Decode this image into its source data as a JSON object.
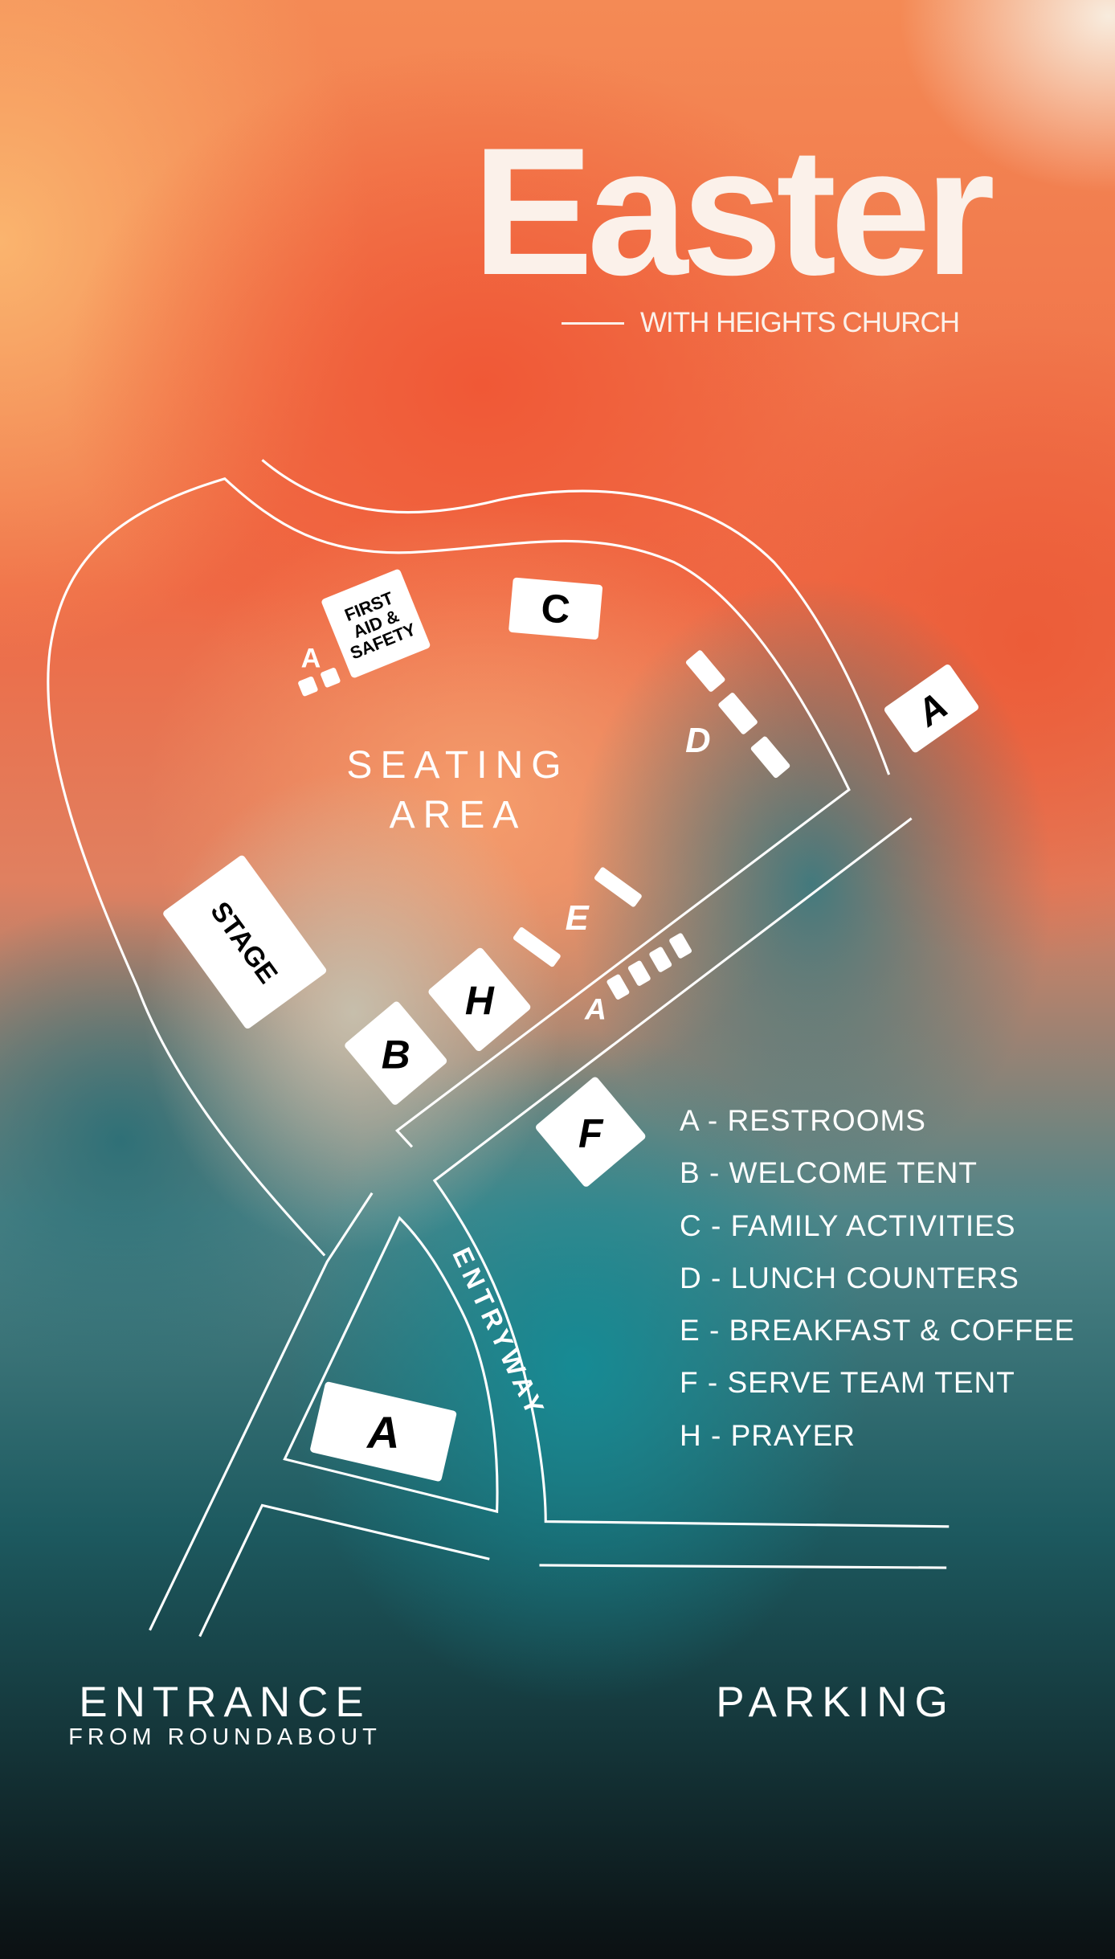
{
  "header": {
    "title": "Easter",
    "subtitle": "WITH HEIGHTS CHURCH"
  },
  "map": {
    "area_label_line1": "SEATING",
    "area_label_line2": "AREA",
    "markers": {
      "first_aid": [
        "FIRST",
        "AID &",
        "SAFETY"
      ],
      "stage": "STAGE",
      "entryway": "ENTRYWAY",
      "a": "A",
      "b": "B",
      "c": "C",
      "d": "D",
      "e": "E",
      "f": "F",
      "h": "H"
    }
  },
  "legend": [
    "A - RESTROOMS",
    "B - WELCOME TENT",
    "C - FAMILY ACTIVITIES",
    "D - LUNCH COUNTERS",
    "E - BREAKFAST & COFFEE",
    "F - SERVE TEAM TENT",
    "H - PRAYER"
  ],
  "footer": {
    "entrance": "ENTRANCE",
    "entrance_sub": "FROM ROUNDABOUT",
    "parking": "PARKING"
  },
  "colors": {
    "orange": "#f05a36",
    "teal": "#148c96",
    "dark": "#0b1012",
    "cream": "#fbf1ea"
  }
}
